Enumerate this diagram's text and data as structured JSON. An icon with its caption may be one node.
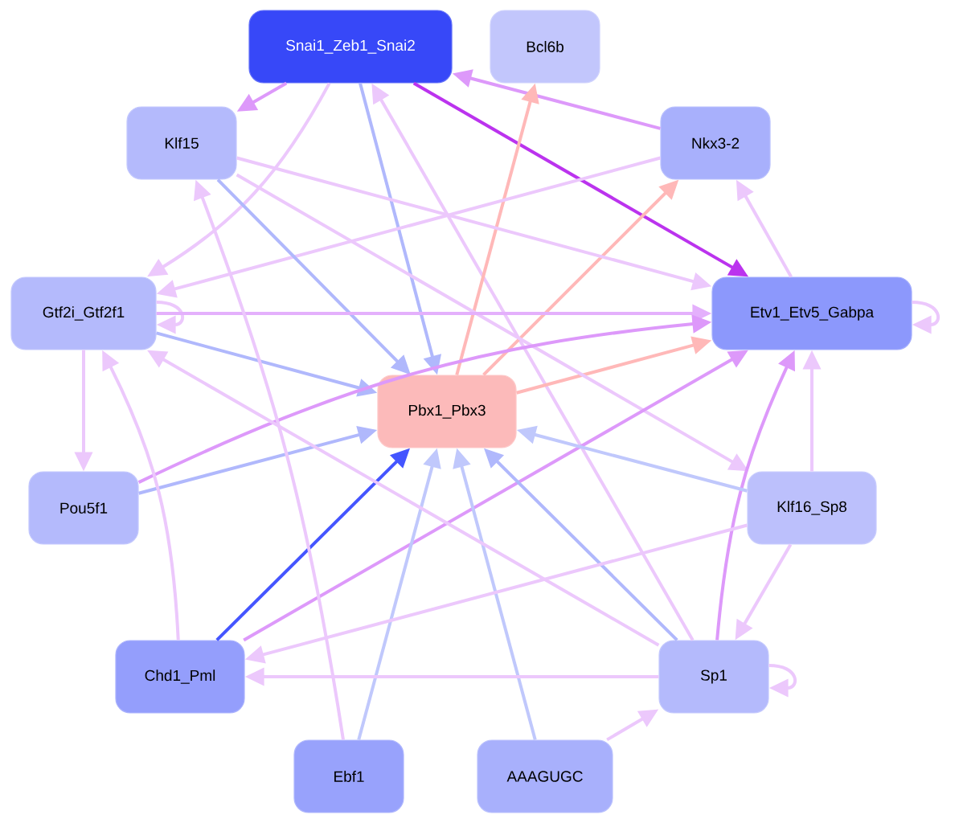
{
  "diagram": {
    "nodes": [
      {
        "text": [
          "Snai1_Zeb1_Snai2"
        ]
      },
      {
        "text": [
          "Bcl6b"
        ]
      },
      {
        "text": [
          "Klf15"
        ]
      },
      {
        "text": [
          "Nkx3-2"
        ]
      },
      {
        "text": [
          "Gtf2i_Gtf2f1"
        ]
      },
      {
        "text": [
          "Etv1_Etv5_Gabpa"
        ]
      },
      {
        "text": [
          "Pbx1_Pbx3"
        ]
      },
      {
        "text": [
          "Pou5f1"
        ]
      },
      {
        "text": [
          "Klf16_Sp8"
        ]
      },
      {
        "text": [
          "Chd1_Pml"
        ]
      },
      {
        "text": [
          "Sp1"
        ]
      },
      {
        "text": [
          "Ebf1"
        ]
      },
      {
        "text": [
          "AAAGUGC"
        ]
      }
    ],
    "edges": [
      {
        "from": 0,
        "to": 2,
        "arrow": "to",
        "color": "#dd99fa"
      },
      {
        "from": 0,
        "to": 4,
        "arrow": "to"
      },
      {
        "from": 0,
        "to": 6,
        "arrow": "to",
        "color": "#b0b8fc"
      },
      {
        "from": 0,
        "to": 5,
        "arrow": "to",
        "color": "#bb33ee"
      },
      {
        "from": 3,
        "to": 0,
        "arrow": "to",
        "color": "#dd99fa"
      },
      {
        "from": 10,
        "to": 0,
        "arrow": "to"
      },
      {
        "from": 6,
        "to": 1,
        "arrow": "to",
        "color": "#ffb8b8"
      },
      {
        "from": 6,
        "to": 3,
        "arrow": "to",
        "color": "#ffb8b8"
      },
      {
        "from": 6,
        "to": 5,
        "arrow": "to",
        "color": "#ffb8b8"
      },
      {
        "from": 5,
        "to": 3,
        "arrow": "to"
      },
      {
        "from": 5,
        "to": 5,
        "arrow": "to"
      },
      {
        "from": 3,
        "to": 4,
        "arrow": "to"
      },
      {
        "from": 2,
        "to": 6,
        "arrow": "to",
        "color": "#b0b8fc"
      },
      {
        "from": 2,
        "to": 5,
        "arrow": "to"
      },
      {
        "from": 2,
        "to": 8,
        "arrow": "to"
      },
      {
        "from": 4,
        "to": 4,
        "arrow": "to"
      },
      {
        "from": 4,
        "to": 5,
        "arrow": "to",
        "color": "#e4b0fc"
      },
      {
        "from": 4,
        "to": 6,
        "arrow": "to",
        "color": "#b0b8fc"
      },
      {
        "from": 4,
        "to": 7,
        "arrow": "to"
      },
      {
        "from": 7,
        "to": 5,
        "arrow": "to",
        "color": "#dd99fa"
      },
      {
        "from": 7,
        "to": 6,
        "arrow": "to",
        "color": "#b0b8fc"
      },
      {
        "from": 9,
        "to": 4,
        "arrow": "to"
      },
      {
        "from": 9,
        "to": 6,
        "arrow": "to",
        "color": "#4455ff"
      },
      {
        "from": 9,
        "to": 5,
        "arrow": "to",
        "color": "#dd99fa"
      },
      {
        "from": 11,
        "to": 2,
        "arrow": "to"
      },
      {
        "from": 11,
        "to": 6,
        "arrow": "to",
        "color": "#c0c8fc"
      },
      {
        "from": 12,
        "to": 6,
        "arrow": "to",
        "color": "#c0c8fc"
      },
      {
        "from": 12,
        "to": 10,
        "arrow": "to"
      },
      {
        "from": 10,
        "to": 6,
        "arrow": "to",
        "color": "#b0b8fc"
      },
      {
        "from": 10,
        "to": 9,
        "arrow": "to"
      },
      {
        "from": 10,
        "to": 10,
        "arrow": "to"
      },
      {
        "from": 10,
        "to": 5,
        "arrow": "to",
        "color": "#dd99fa"
      },
      {
        "from": 10,
        "to": 4,
        "arrow": "to"
      },
      {
        "from": 8,
        "to": 6,
        "arrow": "to",
        "color": "#c0c8fc"
      },
      {
        "from": 8,
        "to": 5,
        "arrow": "to"
      },
      {
        "from": 8,
        "to": 10,
        "arrow": "to"
      },
      {
        "from": 8,
        "to": 9,
        "arrow": "to"
      }
    ]
  }
}
